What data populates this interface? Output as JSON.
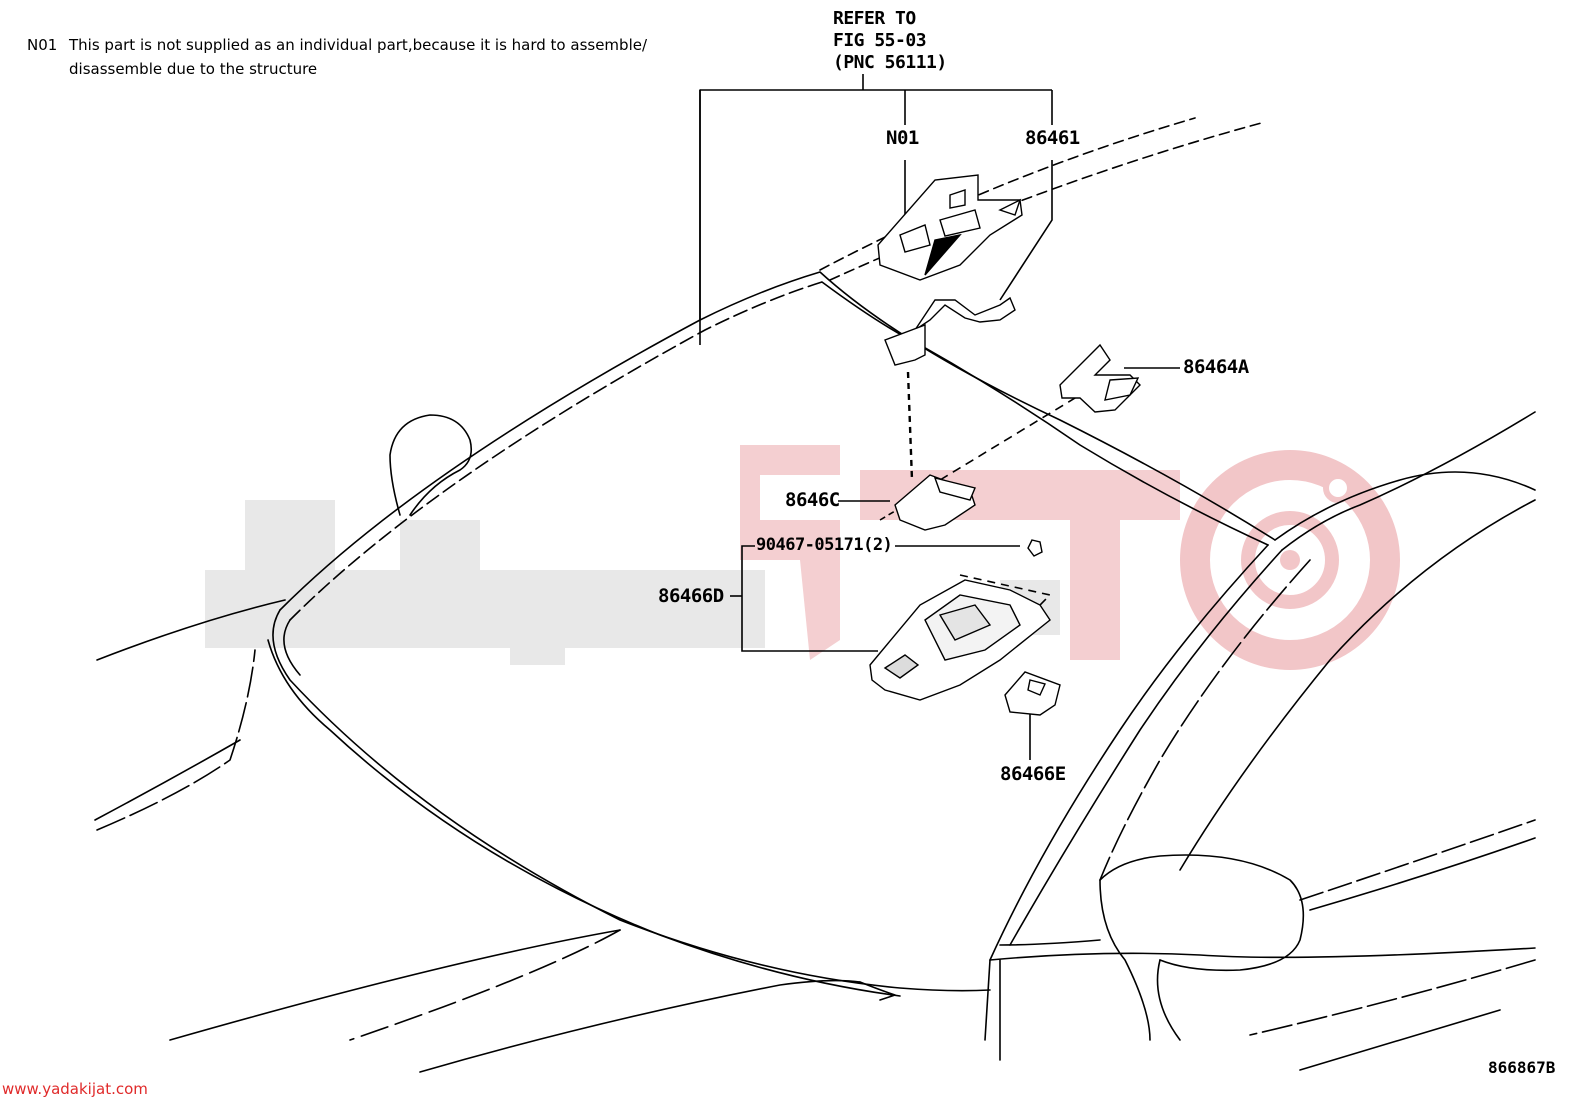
{
  "note": {
    "code": "N01",
    "text_line1": "This part is not supplied as an individual part,because it is hard to assemble/",
    "text_line2": "disassemble due to the structure"
  },
  "refer": {
    "line1": "REFER TO",
    "line2": "FIG 55-03",
    "line3": "(PNC 56111)"
  },
  "labels": {
    "n01": "N01",
    "p86461": "86461",
    "p86464a": "86464A",
    "p8646c": "8646C",
    "p90467": "90467-05171(2)",
    "p86466d": "86466D",
    "p86466e": "86466E"
  },
  "footer": {
    "website": "www.yadakijat.com",
    "figure_code": "866867B"
  },
  "colors": {
    "line": "#000000",
    "watermark_gray": "#e6e6e6",
    "watermark_red": "#f2c6c8",
    "link": "#e02a2a"
  }
}
